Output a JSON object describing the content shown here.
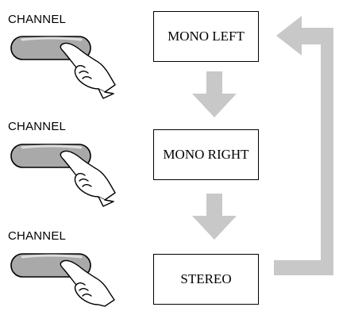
{
  "steps": [
    {
      "button_label": "CHANNEL",
      "mode": "MONO LEFT"
    },
    {
      "button_label": "CHANNEL",
      "mode": "MONO RIGHT"
    },
    {
      "button_label": "CHANNEL",
      "mode": "STEREO"
    }
  ],
  "colors": {
    "arrow": "#c8c8c8",
    "button_fill": "#a9a9a9",
    "button_highlight": "#d9d9d9",
    "outline": "#000000"
  }
}
